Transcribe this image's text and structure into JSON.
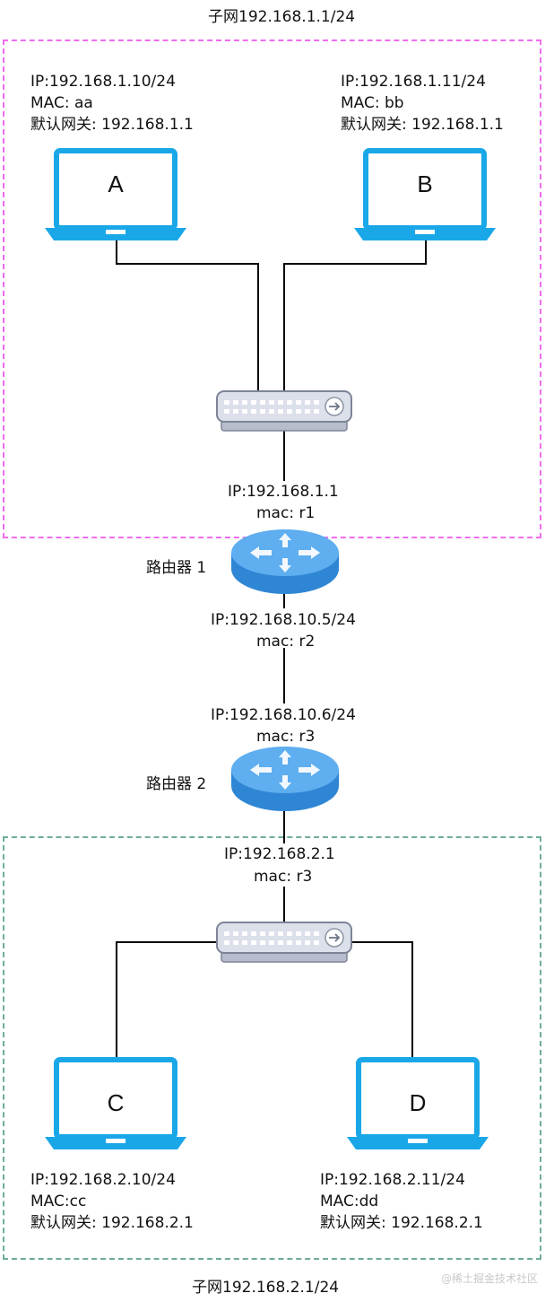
{
  "subnet1": {
    "title": "子网192.168.1.1/24"
  },
  "subnet2": {
    "title": "子网192.168.2.1/24"
  },
  "hosts": {
    "A": {
      "name": "A",
      "ip": "IP:192.168.1.10/24",
      "mac": "MAC: aa",
      "gateway": "默认网关: 192.168.1.1"
    },
    "B": {
      "name": "B",
      "ip": "IP:192.168.1.11/24",
      "mac": "MAC: bb",
      "gateway": "默认网关: 192.168.1.1"
    },
    "C": {
      "name": "C",
      "ip": "IP:192.168.2.10/24",
      "mac": "MAC:cc",
      "gateway": "默认网关: 192.168.2.1"
    },
    "D": {
      "name": "D",
      "ip": "IP:192.168.2.11/24",
      "mac": "MAC:dd",
      "gateway": "默认网关: 192.168.2.1"
    }
  },
  "router1": {
    "label": "路由器 1",
    "lan_ip": "IP:192.168.1.1",
    "lan_mac": "mac: r1",
    "wan_ip": "IP:192.168.10.5/24",
    "wan_mac": "mac: r2"
  },
  "router2": {
    "label": "路由器 2",
    "wan_ip": "IP:192.168.10.6/24",
    "wan_mac": "mac: r3",
    "lan_ip": "IP:192.168.2.1",
    "lan_mac": "mac: r3"
  },
  "watermark": "@稀土掘金技术社区",
  "colors": {
    "laptop": "#1aa7e8",
    "subnet1_border": "#f06cf0",
    "subnet2_border": "#6fad98",
    "switch_body": "#dce0ea",
    "router_body": "#4a9ee6"
  }
}
